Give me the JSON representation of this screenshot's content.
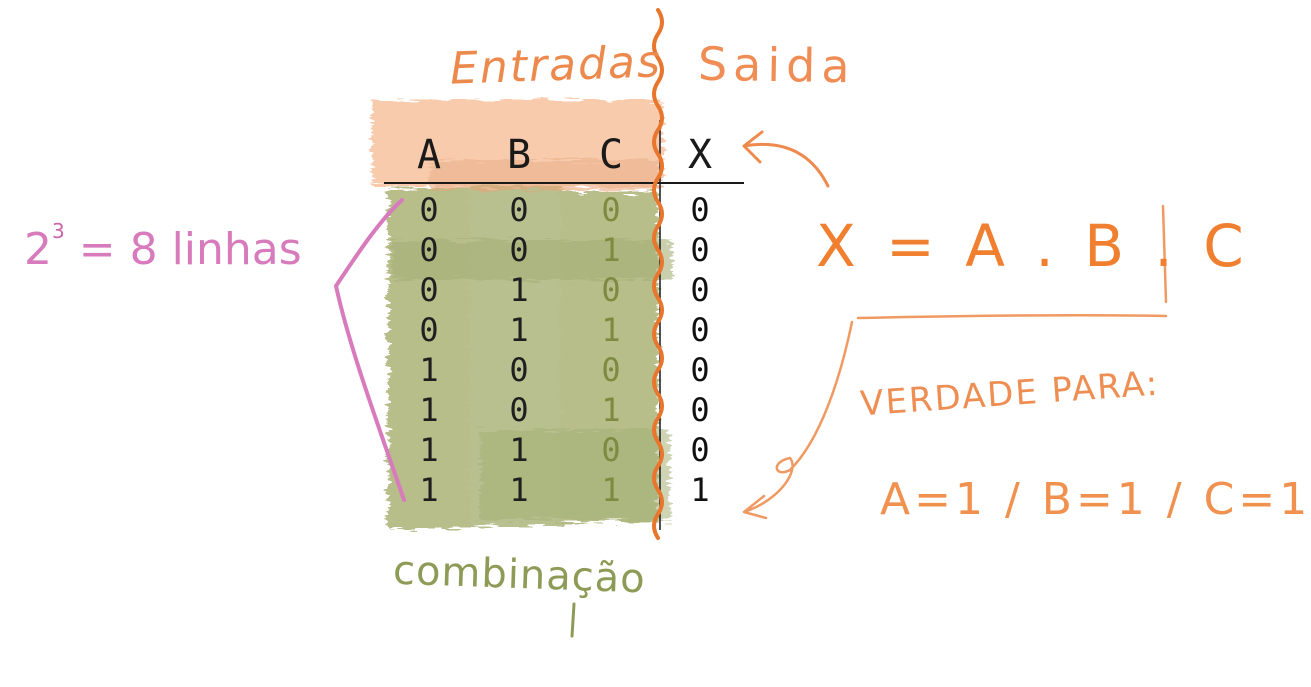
{
  "labels": {
    "inputs": "Entradas",
    "output": "Saida",
    "rows_base": "2",
    "rows_exponent": "3",
    "rows_text": "= 8 linhas",
    "combination": "combinação",
    "formula": "X = A . B . C",
    "true_for": "VERDADE PARA:",
    "condition": "A=1 / B=1 / C=1"
  },
  "table": {
    "headers": [
      "A",
      "B",
      "C",
      "X"
    ],
    "rows": [
      [
        "0",
        "0",
        "0",
        "0"
      ],
      [
        "0",
        "0",
        "1",
        "0"
      ],
      [
        "0",
        "1",
        "0",
        "0"
      ],
      [
        "0",
        "1",
        "1",
        "0"
      ],
      [
        "1",
        "0",
        "0",
        "0"
      ],
      [
        "1",
        "0",
        "1",
        "0"
      ],
      [
        "1",
        "1",
        "0",
        "0"
      ],
      [
        "1",
        "1",
        "1",
        "1"
      ]
    ]
  },
  "colors": {
    "inputs_highlight": "#f6b58c",
    "combination_highlight": "#a3ad6b",
    "output_ink": "#e8762d",
    "rows_ink": "#d87bbd"
  }
}
